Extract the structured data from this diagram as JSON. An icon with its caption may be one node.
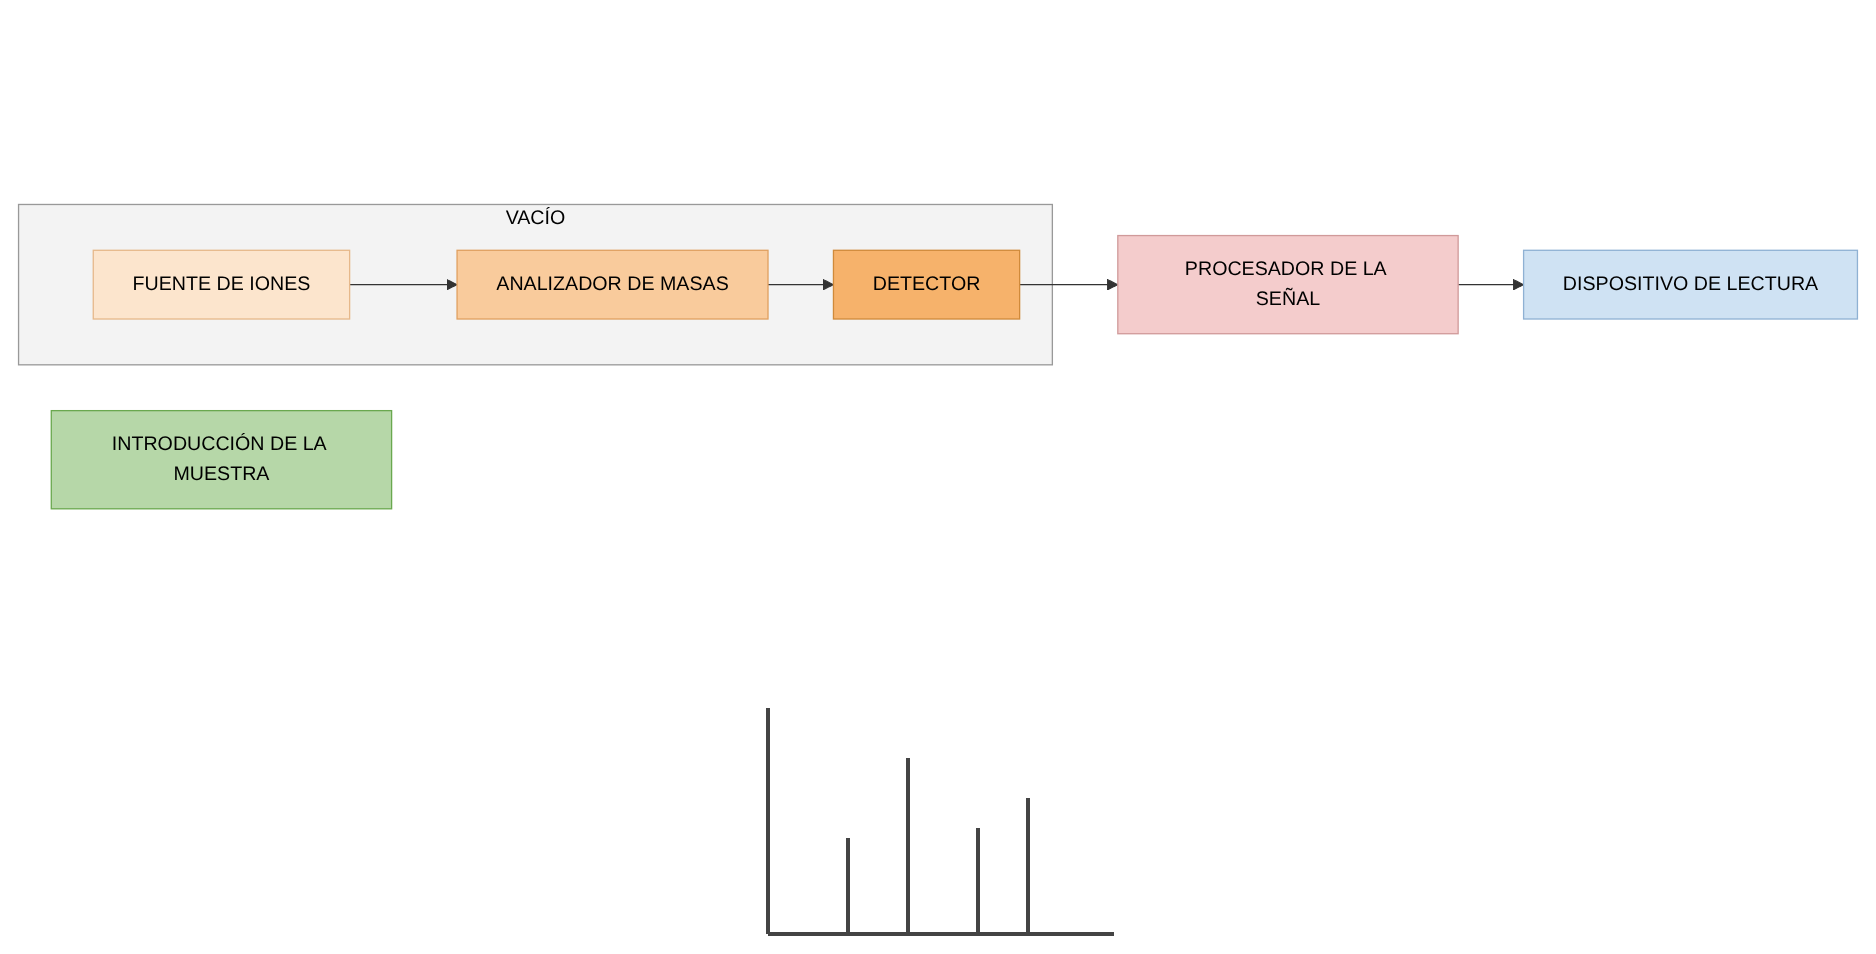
{
  "diagram": {
    "nodes": [
      {
        "text": [
          "INTRODUCCIÓN DE LA MUESTRA"
        ]
      },
      {
        "text": [
          "VACÍO"
        ]
      },
      {
        "text": [
          "FUENTE DE IONES"
        ],
        "in": 1
      },
      {
        "text": [
          "ANALIZADOR DE MASAS"
        ],
        "in": 1
      },
      {
        "text": [
          "DETECTOR"
        ],
        "in": 1
      },
      {
        "text": [
          "PROCESADOR DE LA SEÑAL"
        ]
      },
      {
        "text": [
          "DISPOSITIVO DE LECTURA"
        ]
      }
    ],
    "edges": [
      {
        "from": 2,
        "to": 3,
        "arrow": "to"
      },
      {
        "from": 3,
        "to": 4,
        "arrow": "to"
      },
      {
        "from": 4,
        "to": 5,
        "arrow": "to"
      },
      {
        "from": 5,
        "to": 6,
        "arrow": "to"
      }
    ]
  }
}
